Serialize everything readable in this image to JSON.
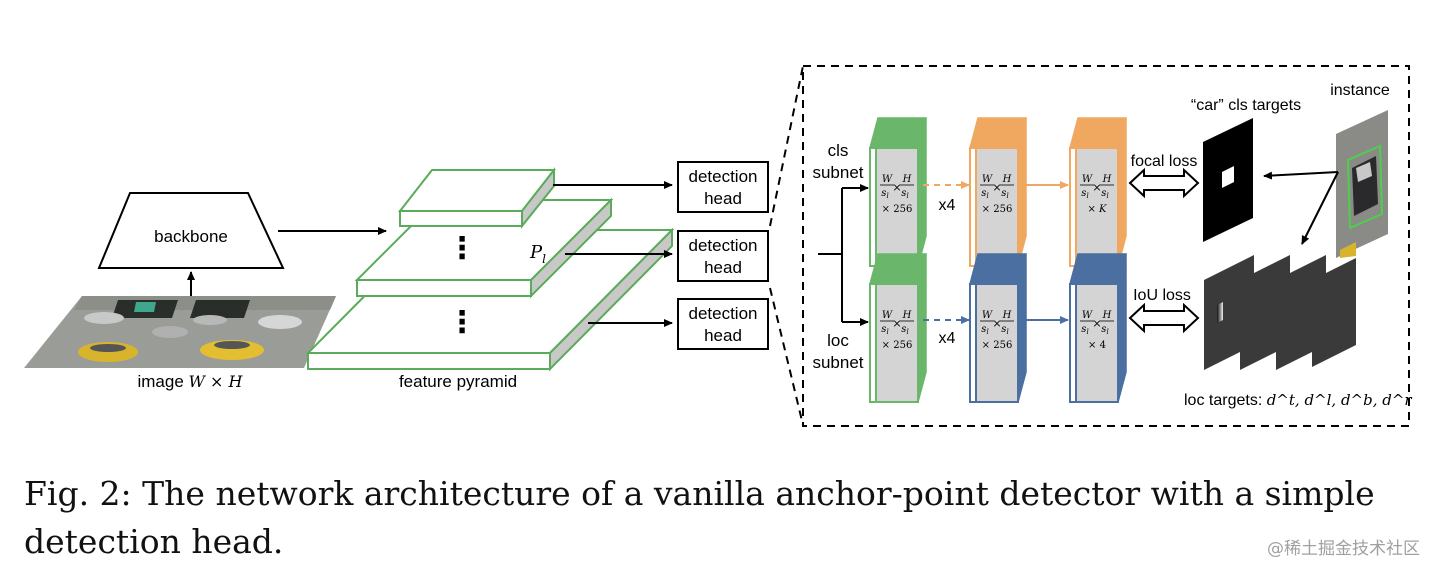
{
  "backbone": {
    "label": "backbone"
  },
  "image_caption": {
    "prefix": "image ",
    "math": "W × H"
  },
  "pyramid": {
    "label": "feature pyramid",
    "level_label": "P",
    "level_sub": "l",
    "ellipsis": "⋮"
  },
  "detection_heads": [
    {
      "line1": "detection",
      "line2": "head"
    },
    {
      "line1": "detection",
      "line2": "head"
    },
    {
      "line1": "detection",
      "line2": "head"
    }
  ],
  "cls_branch": {
    "name_line1": "cls",
    "name_line2": "subnet",
    "repeat": "x4",
    "last_channels": "K",
    "loss": "focal loss",
    "target_label": "“car” cls targets",
    "colors": {
      "first": "#6ab66a",
      "conv": "#f0a860"
    }
  },
  "loc_branch": {
    "name_line1": "loc",
    "name_line2": "subnet",
    "repeat": "x4",
    "last_channels": "4",
    "loss": "IoU loss",
    "target_label": "loc targets: ",
    "target_math": "d^t, d^l, d^b, d^r",
    "colors": {
      "first": "#6ab66a",
      "conv": "#4a6fa0"
    }
  },
  "feature_map": {
    "channels": "256",
    "W": "W",
    "H": "H",
    "s": "s",
    "sub": "l",
    "times": "×"
  },
  "instance_label": "instance",
  "caption": "Fig. 2: The network architecture of a vanilla anchor-point detector with a simple detection head.",
  "watermark": "@稀土掘金技术社区"
}
